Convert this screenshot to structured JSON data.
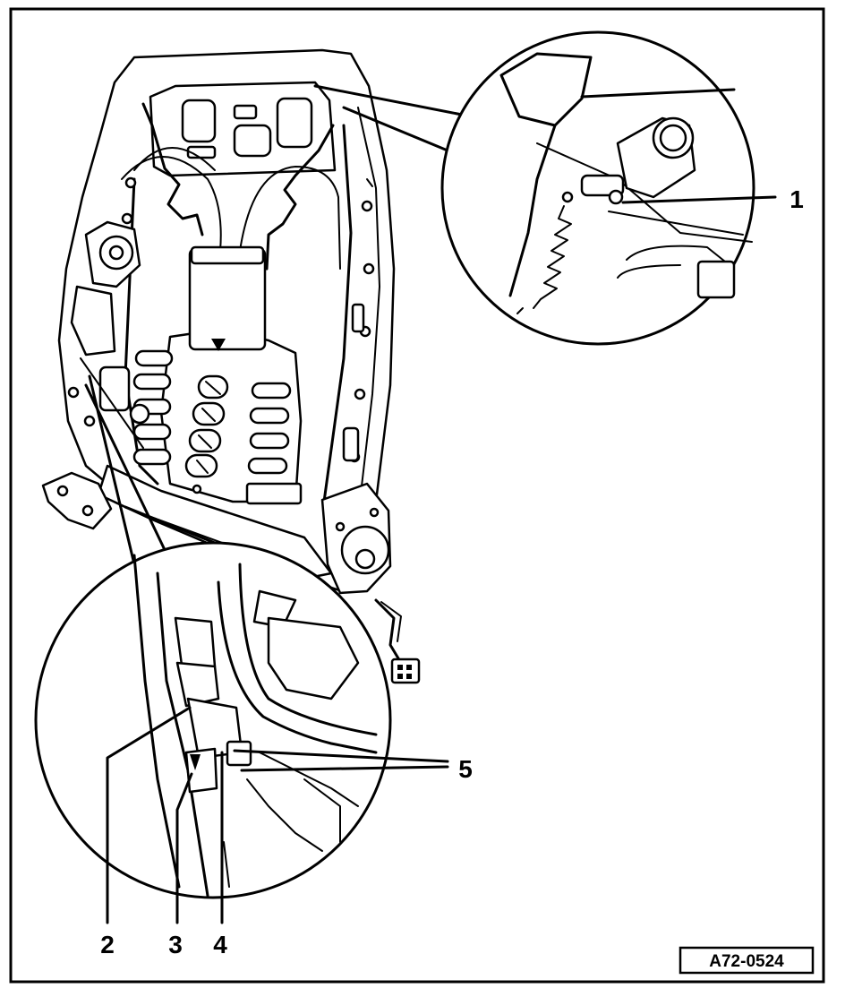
{
  "figure": {
    "reference_code": "A72-0524",
    "callouts": [
      {
        "id": "1",
        "label": "1"
      },
      {
        "id": "2",
        "label": "2"
      },
      {
        "id": "3",
        "label": "3"
      },
      {
        "id": "4",
        "label": "4"
      },
      {
        "id": "5",
        "label": "5"
      }
    ]
  }
}
